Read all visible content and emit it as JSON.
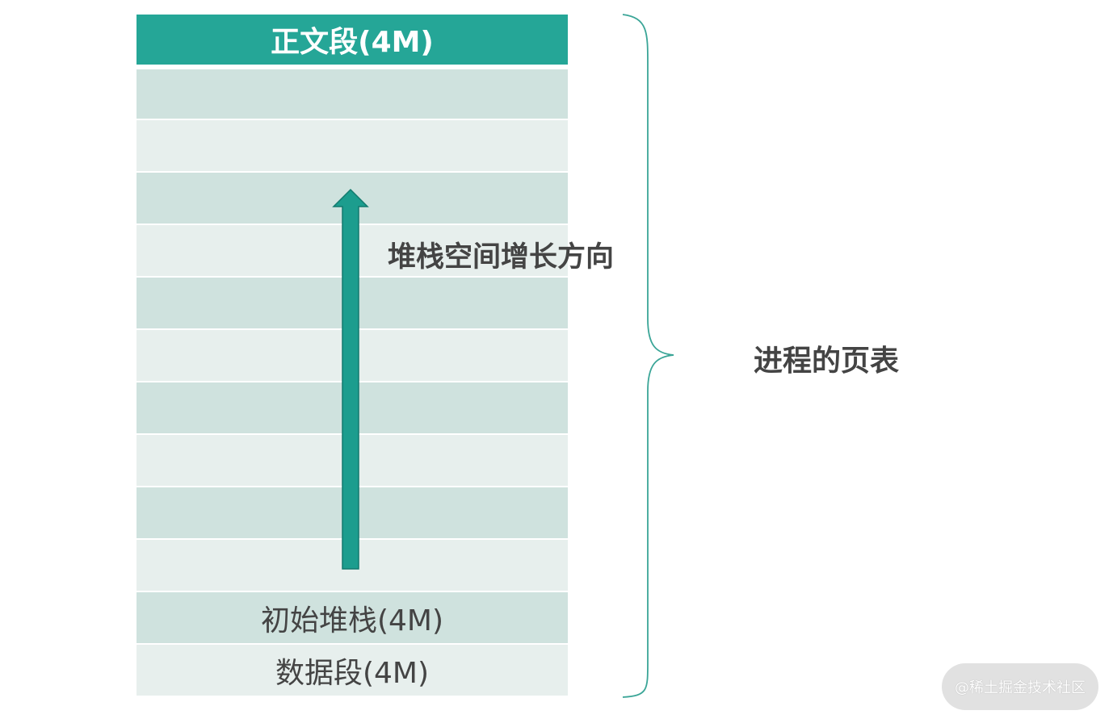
{
  "diagram": {
    "header_block": "正文段(4M)",
    "initial_stack_block": "初始堆栈(4M)",
    "data_segment_block": "数据段(4M)",
    "stack_growth_label": "堆栈空间增长方向",
    "page_table_label": "进程的页表",
    "empty_rows": [
      "",
      "",
      "",
      "",
      "",
      "",
      "",
      "",
      "",
      ""
    ]
  },
  "watermark": {
    "text": "@稀土掘金技术社区"
  },
  "colors": {
    "accent": "#25a697",
    "row_dark": "#cfe2de",
    "row_light": "#e7efed",
    "text": "#444444",
    "arrow_fill": "#1c9d8e",
    "arrow_stroke": "#137a6e",
    "brace": "#3aa597"
  }
}
